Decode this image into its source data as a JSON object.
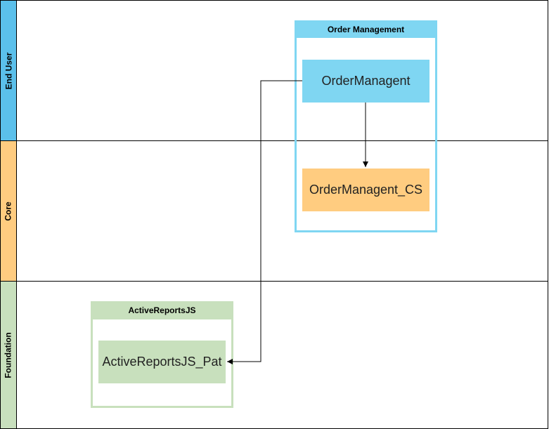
{
  "lanes": [
    {
      "label": "End User",
      "color": "#5bc0eb"
    },
    {
      "label": "Core",
      "color": "#ffcc80"
    },
    {
      "label": "Foundation",
      "color": "#c8e0bd"
    }
  ],
  "groups": {
    "order_management": {
      "title": "Order Management",
      "color": "#7fd6f2"
    },
    "active_reports": {
      "title": "ActiveReportsJS",
      "color": "#c8e0bd"
    }
  },
  "nodes": {
    "order_managent": {
      "label": "OrderManagent",
      "color": "#7fd6f2"
    },
    "order_managent_cs": {
      "label": "OrderManagent_CS",
      "color": "#ffcc80"
    },
    "active_reports_pat": {
      "label": "ActiveReportsJS_Pat",
      "color": "#c8e0bd"
    }
  },
  "edges": [
    {
      "from": "OrderManagent",
      "to": "OrderManagent_CS"
    },
    {
      "from": "OrderManagent",
      "to": "ActiveReportsJS_Pat"
    }
  ]
}
